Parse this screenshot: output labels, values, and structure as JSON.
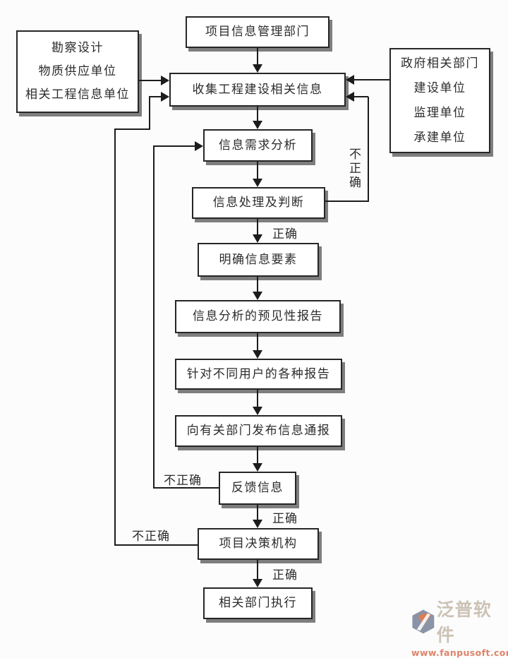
{
  "diagram": {
    "nodes": {
      "project_dept": {
        "label": "项目信息管理部门"
      },
      "left_sources": {
        "lines": [
          "勘察设计",
          "物质供应单位",
          "相关工程信息单位"
        ]
      },
      "collect": {
        "label": "收集工程建设相关信息"
      },
      "right_sources": {
        "lines": [
          "政府相关部门",
          "建设单位",
          "监理单位",
          "承建单位"
        ]
      },
      "demand": {
        "label": "信息需求分析"
      },
      "process": {
        "label": "信息处理及判断"
      },
      "clarify": {
        "label": "明确信息要素"
      },
      "predict": {
        "label": "信息分析的预见性报告"
      },
      "reports": {
        "label": "针对不同用户的各种报告"
      },
      "notify": {
        "label": "向有关部门发布信息通报"
      },
      "feedback": {
        "label": "反馈信息"
      },
      "decision": {
        "label": "项目决策机构"
      },
      "execute": {
        "label": "相关部门执行"
      }
    },
    "edge_labels": {
      "correct_process": "正确",
      "correct_feedback": "正确",
      "correct_decision": "正确",
      "incorrect_process": "不正确",
      "incorrect_feedback": "不正确",
      "incorrect_decision": "不正确"
    },
    "colors": {
      "line": "#1c1c1c",
      "box_border": "#262626",
      "box_shadow": "#7e7e7e",
      "background": "#fcfcfc"
    }
  },
  "watermark": {
    "name": "泛普软件",
    "url": "www.fanpusoft.com",
    "logo_slate": "#8b93a6",
    "logo_orange": "#dd7e52"
  }
}
